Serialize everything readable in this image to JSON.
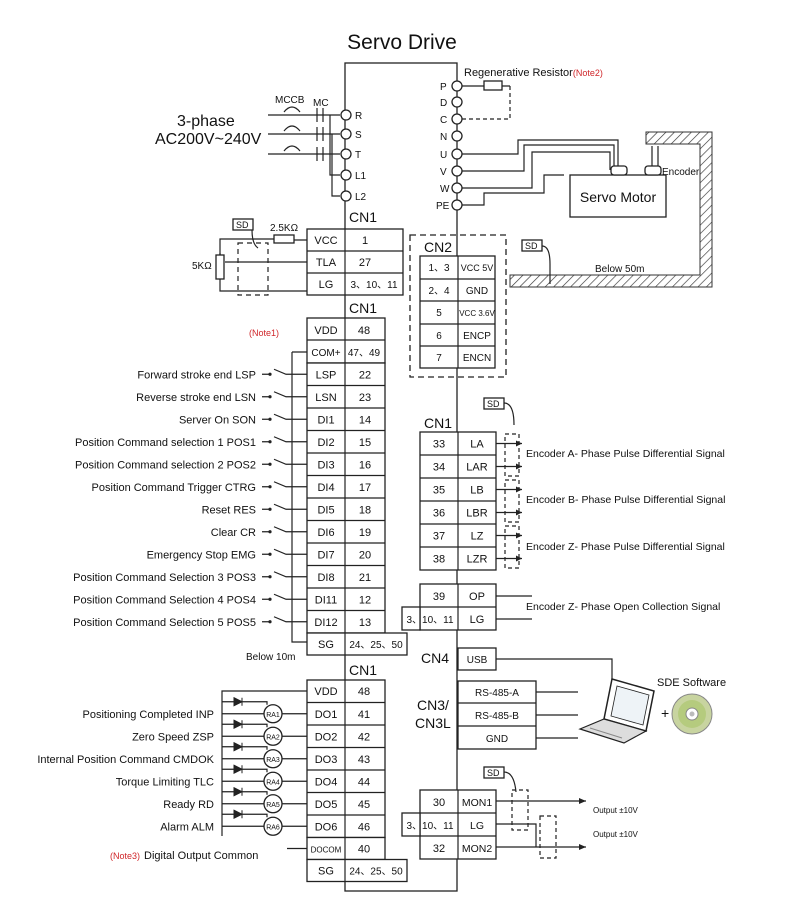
{
  "title": "Servo Drive",
  "power": {
    "phase_label": "3-phase",
    "voltage_label": "AC200V~240V",
    "mccb": "MCCB",
    "mc": "MC",
    "terminals": [
      "R",
      "S",
      "T",
      "L1",
      "L2"
    ]
  },
  "regen": {
    "label": "Regenerative Resistor",
    "note": "(Note2)",
    "terminals": [
      "P",
      "D",
      "C"
    ]
  },
  "motor_terminals": [
    "N",
    "U",
    "V",
    "W",
    "PE"
  ],
  "motor": {
    "label": "Servo Motor",
    "encoder": "Encoder",
    "below": "Below 50m"
  },
  "sd": "SD",
  "tla": {
    "connector": "CN1",
    "r1": "2.5KΩ",
    "r2": "5KΩ",
    "rows": [
      {
        "name": "VCC",
        "pin": "1"
      },
      {
        "name": "TLA",
        "pin": "27"
      },
      {
        "name": "LG",
        "pin": "3、10、11"
      }
    ]
  },
  "cn2": {
    "label": "CN2",
    "rows": [
      {
        "pin": "1、3",
        "name": "VCC 5V"
      },
      {
        "pin": "2、4",
        "name": "GND"
      },
      {
        "pin": "5",
        "name": "VCC 3.6V"
      },
      {
        "pin": "6",
        "name": "ENCP"
      },
      {
        "pin": "7",
        "name": "ENCN"
      }
    ]
  },
  "inputs": {
    "connector": "CN1",
    "note": "(Note1)",
    "top_rows": [
      {
        "name": "VDD",
        "pin": "48"
      },
      {
        "name": "COM+",
        "pin": "47、49"
      }
    ],
    "rows": [
      {
        "label": "Forward stroke end  LSP",
        "name": "LSP",
        "pin": "22"
      },
      {
        "label": "Reverse stroke end  LSN",
        "name": "LSN",
        "pin": "23"
      },
      {
        "label": "Server On  SON",
        "name": "DI1",
        "pin": "14"
      },
      {
        "label": "Position Command selection 1  POS1",
        "name": "DI2",
        "pin": "15"
      },
      {
        "label": "Position Command selection 2  POS2",
        "name": "DI3",
        "pin": "16"
      },
      {
        "label": "Position Command Trigger  CTRG",
        "name": "DI4",
        "pin": "17"
      },
      {
        "label": "Reset  RES",
        "name": "DI5",
        "pin": "18"
      },
      {
        "label": "Clear  CR",
        "name": "DI6",
        "pin": "19"
      },
      {
        "label": "Emergency Stop  EMG",
        "name": "DI7",
        "pin": "20"
      },
      {
        "label": "Position Command Selection 3  POS3",
        "name": "DI8",
        "pin": "21"
      },
      {
        "label": "Position Command Selection 4  POS4",
        "name": "DI11",
        "pin": "12"
      },
      {
        "label": "Position Command Selection 5  POS5",
        "name": "DI12",
        "pin": "13"
      }
    ],
    "sg": {
      "name": "SG",
      "pin": "24、25、50"
    },
    "below": "Below 10m"
  },
  "encoder_out": {
    "connector": "CN1",
    "rows": [
      {
        "pin": "33",
        "name": "LA"
      },
      {
        "pin": "34",
        "name": "LAR"
      },
      {
        "pin": "35",
        "name": "LB"
      },
      {
        "pin": "36",
        "name": "LBR"
      },
      {
        "pin": "37",
        "name": "LZ"
      },
      {
        "pin": "38",
        "name": "LZR"
      }
    ],
    "signals": [
      "Encoder A- Phase Pulse Differential Signal",
      "Encoder B- Phase Pulse Differential Signal",
      "Encoder Z- Phase Pulse Differential Signal"
    ],
    "op_rows": [
      {
        "pin": "39",
        "name": "OP"
      },
      {
        "pin": "3、10、11",
        "name": "LG"
      }
    ],
    "op_signal": "Encoder Z- Phase Open Collection Signal"
  },
  "cn4": {
    "label": "CN4",
    "port": "USB",
    "software": "SDE Software"
  },
  "cn3": {
    "label1": "CN3/",
    "label2": "CN3L",
    "rows": [
      "RS-485-A",
      "RS-485-B",
      "GND"
    ]
  },
  "outputs": {
    "connector": "CN1",
    "vdd": {
      "name": "VDD",
      "pin": "48"
    },
    "rows": [
      {
        "label": "Positioning Completed  INP",
        "relay": "RA1",
        "name": "DO1",
        "pin": "41"
      },
      {
        "label": "Zero Speed  ZSP",
        "relay": "RA2",
        "name": "DO2",
        "pin": "42"
      },
      {
        "label": "Internal Position Command  CMDOK",
        "relay": "RA3",
        "name": "DO3",
        "pin": "43"
      },
      {
        "label": "Torque Limiting  TLC",
        "relay": "RA4",
        "name": "DO4",
        "pin": "44"
      },
      {
        "label": "Ready  RD",
        "relay": "RA5",
        "name": "DO5",
        "pin": "45"
      },
      {
        "label": "Alarm  ALM",
        "relay": "RA6",
        "name": "DO6",
        "pin": "46"
      }
    ],
    "docom_note": "(Note3)",
    "docom_label": "Digital Output Common",
    "docom": {
      "name": "DOCOM",
      "pin": "40"
    },
    "sg": {
      "name": "SG",
      "pin": "24、25、50"
    }
  },
  "monitor": {
    "rows": [
      {
        "pin": "30",
        "name": "MON1"
      },
      {
        "pin": "3、10、11",
        "name": "LG"
      },
      {
        "pin": "32",
        "name": "MON2"
      }
    ],
    "output": "Output ±10V"
  }
}
